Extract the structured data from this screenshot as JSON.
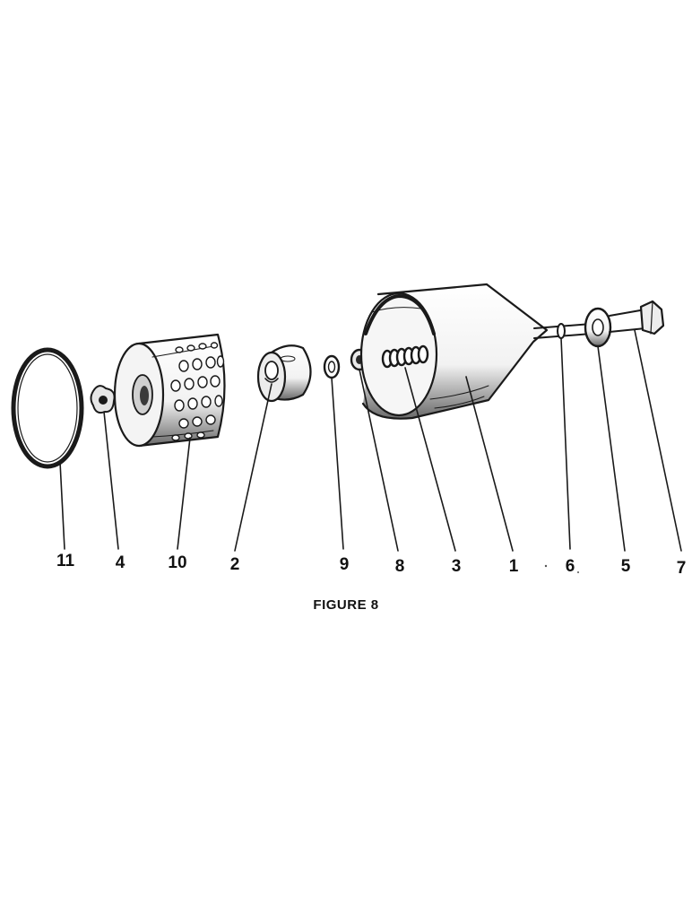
{
  "figure": {
    "caption": "FIGURE 8",
    "parts": [
      {
        "key": "p11",
        "label": "11"
      },
      {
        "key": "p4",
        "label": "4"
      },
      {
        "key": "p10",
        "label": "10"
      },
      {
        "key": "p2",
        "label": "2"
      },
      {
        "key": "p9",
        "label": "9"
      },
      {
        "key": "p8",
        "label": "8"
      },
      {
        "key": "p3",
        "label": "3"
      },
      {
        "key": "p1",
        "label": "1"
      },
      {
        "key": "p6",
        "label": "6"
      },
      {
        "key": "p5",
        "label": "5"
      },
      {
        "key": "p7",
        "label": "7"
      }
    ]
  },
  "colors": {
    "ink": "#1a1a1a",
    "paper": "#ffffff"
  }
}
